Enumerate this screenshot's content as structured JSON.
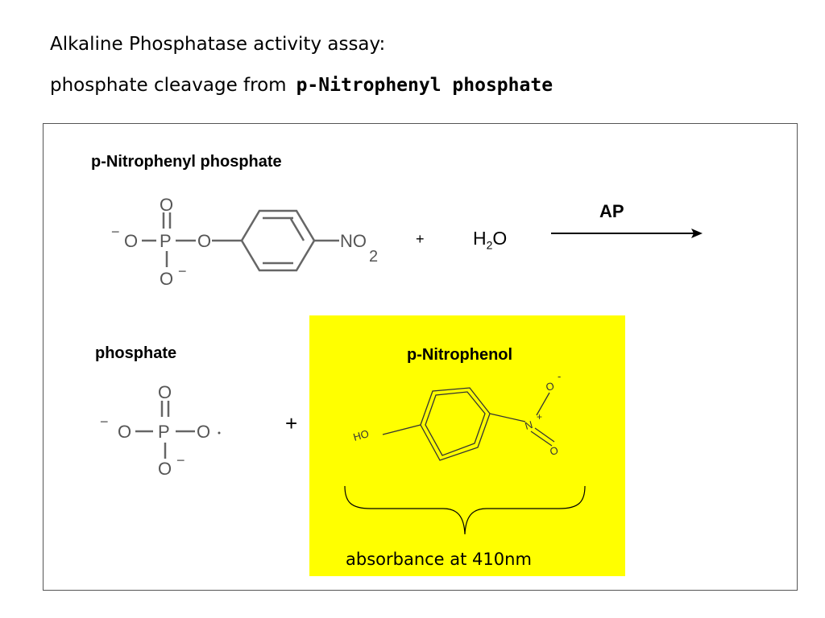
{
  "title": {
    "line1": "Alkaline Phosphatase activity assay:",
    "line2_prefix": "phosphate cleavage from",
    "line2_bold": "p-Nitrophenyl phosphate"
  },
  "diagram": {
    "reactant_label": "p-Nitrophenyl phosphate",
    "plus1": "+",
    "water": {
      "h": "H",
      "sub": "2",
      "o": "O"
    },
    "enzyme": "AP",
    "product1_label": "phosphate",
    "plus2": "+",
    "product2_label": "p-Nitrophenol",
    "footnote": "absorbance at 410nm",
    "highlight_color": "#ffff00"
  },
  "molecules": {
    "pnpp": {
      "o_top": "O",
      "o_left": "O",
      "p": "P",
      "o_bridge": "O",
      "o_bottom": "O",
      "minus": "−",
      "no2": "NO",
      "no2_sub": "2"
    },
    "phosphate": {
      "o_top": "O",
      "o_left": "O",
      "p": "P",
      "o_right": "O",
      "o_bottom": "O",
      "minus": "−"
    },
    "pnp": {
      "ho": "HO",
      "n": "N",
      "plus": "+",
      "o_top": "O",
      "o_bottom": "O",
      "minus": "-"
    }
  }
}
